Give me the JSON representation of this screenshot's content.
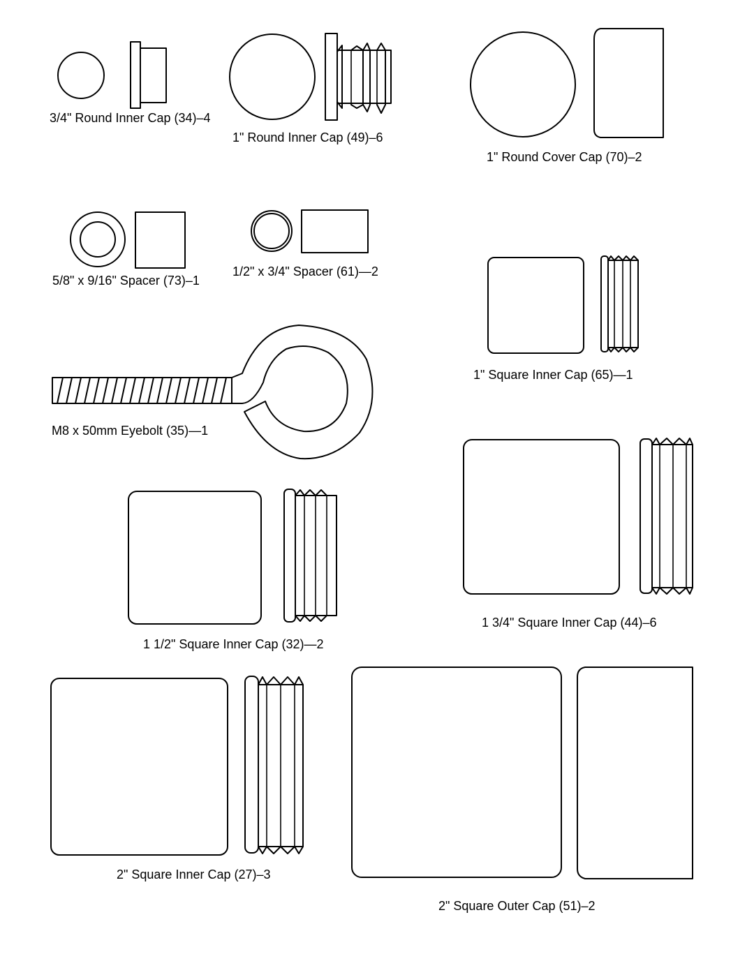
{
  "parts": [
    {
      "id": "round-inner-cap-34",
      "label": "3/4\" Round Inner Cap (34)–4"
    },
    {
      "id": "round-inner-cap-49",
      "label": "1\" Round Inner Cap (49)–6"
    },
    {
      "id": "round-cover-cap-70",
      "label": "1\" Round Cover Cap (70)–2"
    },
    {
      "id": "spacer-73",
      "label": "5/8\" x 9/16\" Spacer (73)–1"
    },
    {
      "id": "spacer-61",
      "label": "1/2\" x 3/4\" Spacer (61)—2"
    },
    {
      "id": "square-inner-cap-65",
      "label": "1\" Square Inner Cap (65)—1"
    },
    {
      "id": "eyebolt-35",
      "label": "M8 x 50mm Eyebolt (35)—1"
    },
    {
      "id": "square-inner-cap-44",
      "label": "1 3/4\" Square Inner Cap (44)–6"
    },
    {
      "id": "square-inner-cap-32",
      "label": "1 1/2\" Square Inner Cap (32)—2"
    },
    {
      "id": "square-inner-cap-27",
      "label": "2\" Square Inner Cap (27)–3"
    },
    {
      "id": "square-outer-cap-51",
      "label": "2\" Square Outer Cap (51)–2"
    }
  ]
}
